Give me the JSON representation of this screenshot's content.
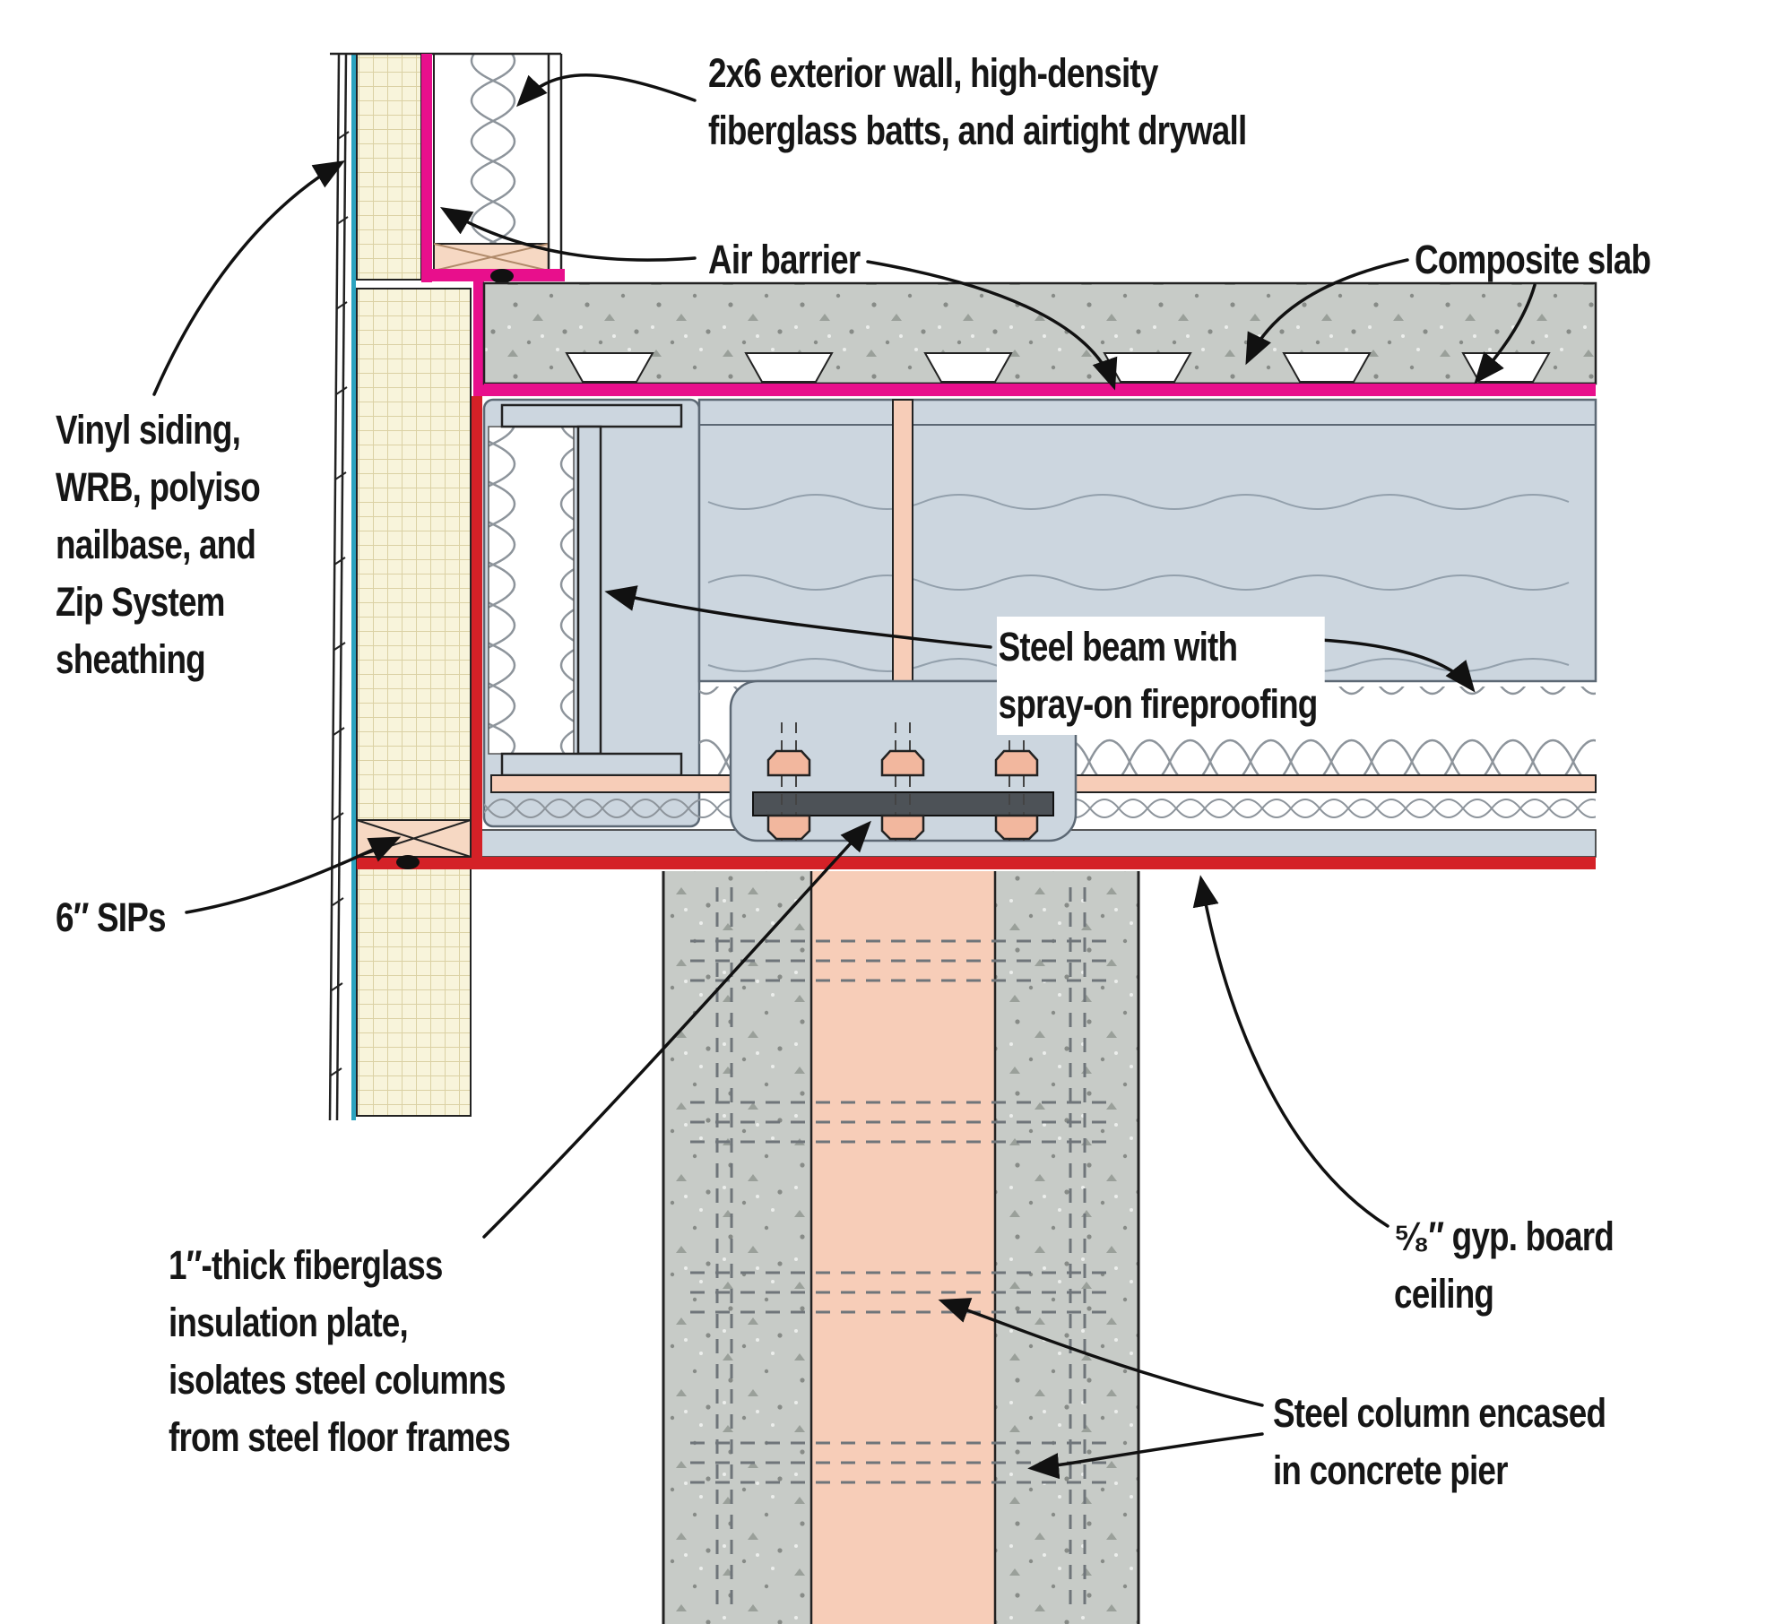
{
  "figure": {
    "type": "construction-detail-section",
    "labels": {
      "wall_2x6": "2x6 exterior wall, high-density\nfiberglass batts, and airtight drywall",
      "air_barrier": "Air barrier",
      "composite_slab": "Composite slab",
      "siding_stack": "Vinyl siding,\nWRB, polyiso\nnailbase, and\nZip System\nsheathing",
      "steel_beam": "Steel beam with\nspray-on fireproofing",
      "sips": "6″ SIPs",
      "insulation_plate": "1″-thick fiberglass\ninsulation plate,\nisolates steel columns\nfrom steel floor frames",
      "gyp_ceiling": "⁵⁄₈″ gyp. board ceiling",
      "steel_column": "Steel column encased\nin concrete pier"
    },
    "colors": {
      "air_barrier_pink": "#e80f8c",
      "ceiling_red": "#d42127",
      "steel_pink": "#f7cdb8",
      "bolt_pink": "#f2b79e",
      "fireproof_blue": "#ccd6df",
      "fireproof_outline": "#5c6874",
      "concrete_gray": "#c7cbc7",
      "speckle_gray": "#878b87",
      "sip_cream": "#f8f4db",
      "sip_grid": "#dbd1a4",
      "zip_teal": "#2ba3bf",
      "wood_tan": "#f6d8c3",
      "plate_dark": "#4d5257",
      "batt_gray": "#8d949b",
      "gyp_blue": "#ccd7e0"
    }
  }
}
